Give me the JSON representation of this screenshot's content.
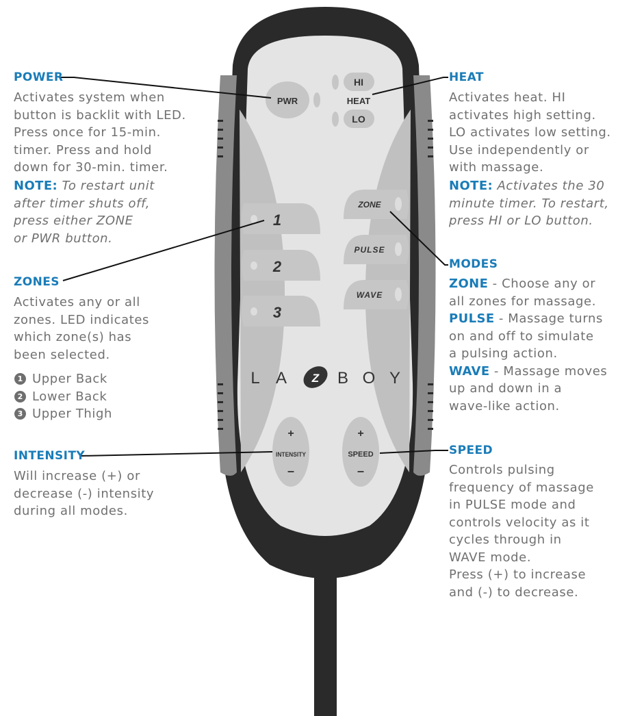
{
  "power": {
    "heading": "POWER",
    "desc": [
      "Activates system when",
      "button is backlit with LED.",
      "Press once for 15-min.",
      "timer. Press and hold",
      "down for 30-min. timer."
    ],
    "note_label": "NOTE:",
    "note": [
      "To restart unit",
      "after timer shuts off,",
      "press either ZONE",
      "or PWR button."
    ]
  },
  "zones": {
    "heading": "ZONES",
    "desc": [
      "Activates any or all",
      "zones. LED indicates",
      "which zone(s) has",
      "been selected."
    ],
    "items": [
      {
        "num": "1",
        "label": "Upper Back"
      },
      {
        "num": "2",
        "label": "Lower Back"
      },
      {
        "num": "3",
        "label": "Upper Thigh"
      }
    ]
  },
  "intensity": {
    "heading": "INTENSITY",
    "desc": [
      "Will increase (+) or",
      "decrease (-) intensity",
      "during all modes."
    ]
  },
  "heat": {
    "heading": "HEAT",
    "desc": [
      "Activates heat. HI",
      "activates high setting.",
      "LO activates low setting.",
      "Use independently or",
      "with massage."
    ],
    "note_label": "NOTE:",
    "note": [
      "Activates the 30",
      "minute timer. To restart,",
      "press HI or LO button."
    ]
  },
  "modes": {
    "heading": "MODES",
    "zone_label": "ZONE",
    "zone_text": [
      " - Choose any or",
      "all zones for massage."
    ],
    "pulse_label": "PULSE",
    "pulse_text": [
      " - Massage turns",
      "on and off to simulate",
      "a pulsing action."
    ],
    "wave_label": "WAVE",
    "wave_text": [
      " - Massage moves",
      "up and down in a",
      "wave-like action."
    ]
  },
  "speed": {
    "heading": "SPEED",
    "desc": [
      "Controls pulsing",
      "frequency of massage",
      "in PULSE mode and",
      "controls velocity as it",
      "cycles through in",
      "WAVE mode.",
      "Press (+) to increase",
      "and (-) to decrease."
    ]
  },
  "remote": {
    "pwr": "PWR",
    "hi": "HI",
    "heat": "HEAT",
    "lo": "LO",
    "zone1": "1",
    "zone2": "2",
    "zone3": "3",
    "mode_zone": "ZONE",
    "mode_pulse": "PULSE",
    "mode_wave": "WAVE",
    "plus": "+",
    "minus": "–",
    "intensity": "INTENSITY",
    "speed": "SPEED",
    "brand_letters": [
      "L",
      "A",
      "B",
      "O",
      "Y"
    ],
    "brand_logo": "Z"
  },
  "colors": {
    "heading_blue": "#1a7cb8",
    "body_gray": "#707070",
    "remote_shell": "#2a2a2a",
    "remote_face": "#e4e4e4",
    "button_gray": "#c3c3c3",
    "grip_gray": "#888888"
  }
}
